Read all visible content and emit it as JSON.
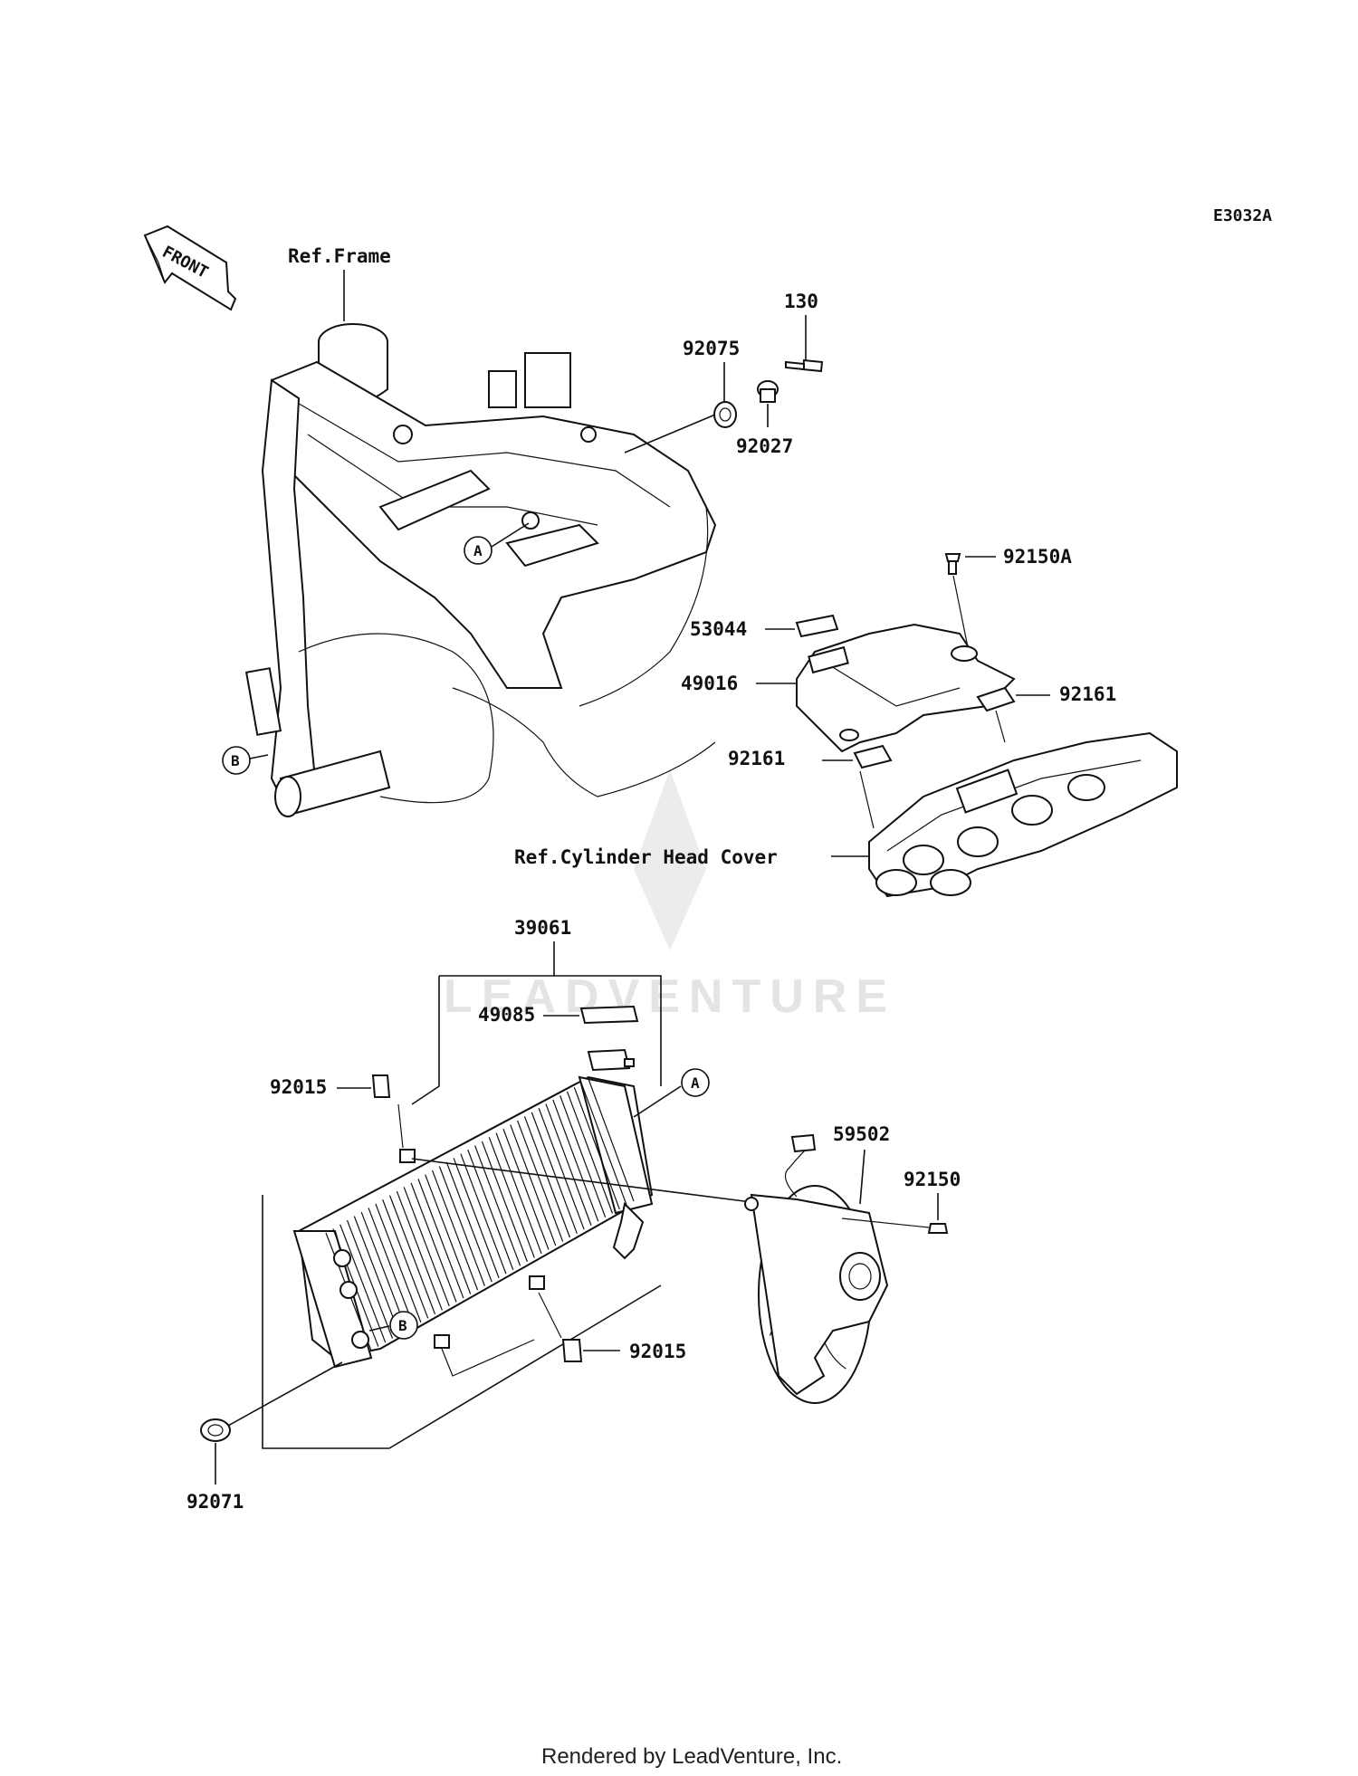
{
  "diagram": {
    "code": "E3032A",
    "front_label": "FRONT",
    "watermark": "LEADVENTURE",
    "footer": "Rendered by LeadVenture, Inc.",
    "refs": {
      "frame": "Ref.Frame",
      "cylinder_head_cover": "Ref.Cylinder Head Cover"
    },
    "callouts": {
      "a": "A",
      "b": "B"
    },
    "parts": [
      {
        "id": "p130",
        "number": "130"
      },
      {
        "id": "p92075",
        "number": "92075"
      },
      {
        "id": "p92027",
        "number": "92027"
      },
      {
        "id": "p92150A",
        "number": "92150A"
      },
      {
        "id": "p53044",
        "number": "53044"
      },
      {
        "id": "p49016",
        "number": "49016"
      },
      {
        "id": "p92161a",
        "number": "92161"
      },
      {
        "id": "p92161b",
        "number": "92161"
      },
      {
        "id": "p39061",
        "number": "39061"
      },
      {
        "id": "p49085",
        "number": "49085"
      },
      {
        "id": "p92015a",
        "number": "92015"
      },
      {
        "id": "p59502",
        "number": "59502"
      },
      {
        "id": "p92150",
        "number": "92150"
      },
      {
        "id": "p92015b",
        "number": "92015"
      },
      {
        "id": "p92071",
        "number": "92071"
      }
    ]
  }
}
